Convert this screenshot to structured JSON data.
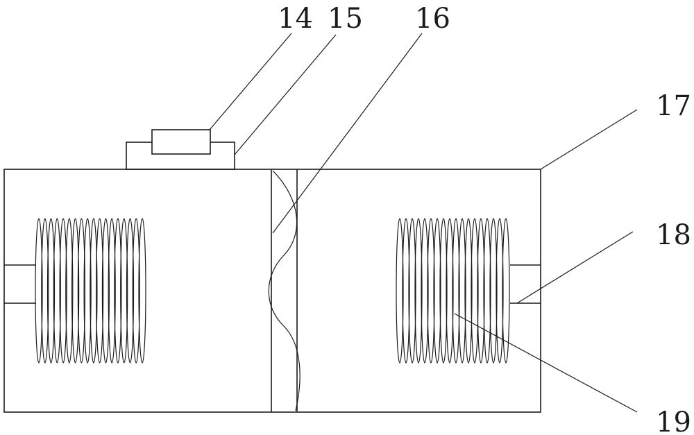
{
  "labels": {
    "l14": "14",
    "l15": "15",
    "l16": "16",
    "l17": "17",
    "l18": "18",
    "l19": "19"
  }
}
